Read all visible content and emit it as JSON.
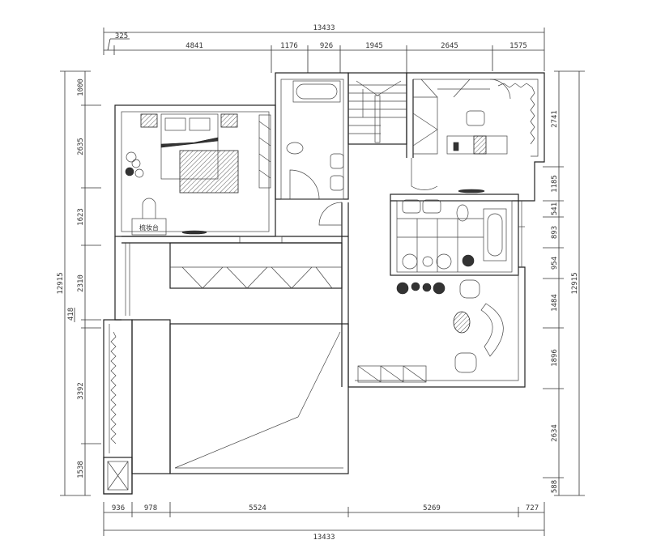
{
  "dimensions": {
    "top_total": "13433",
    "top": [
      "325",
      "4841",
      "1176",
      "926",
      "1945",
      "2645",
      "1575"
    ],
    "left_total": "12915",
    "left": [
      "1000",
      "2635",
      "1623",
      "2310",
      "418",
      "3392",
      "1538"
    ],
    "right_total": "12915",
    "right": [
      "2741",
      "1185",
      "541",
      "893",
      "954",
      "1484",
      "1896",
      "2634",
      "588"
    ],
    "bottom_total": "13433",
    "bottom": [
      "936",
      "978",
      "5524",
      "5269",
      "727"
    ]
  },
  "labels": {
    "dressing_table": "梳妆台"
  }
}
